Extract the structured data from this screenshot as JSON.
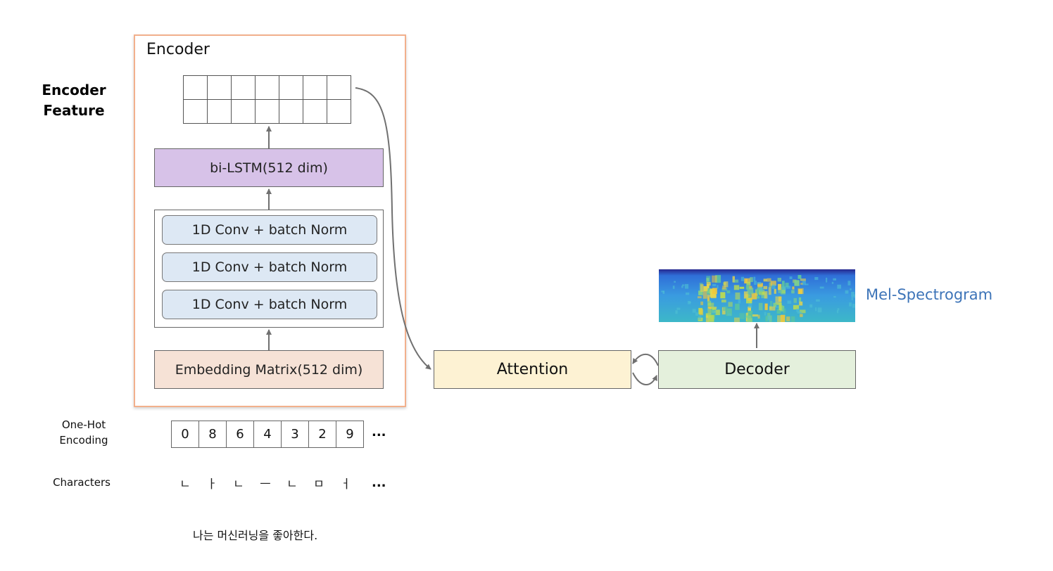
{
  "encoder": {
    "title": "Encoder",
    "feature_label_line1": "Encoder",
    "feature_label_line2": "Feature",
    "feature_grid": {
      "rows": 2,
      "cols": 7
    },
    "lstm_label": "bi-LSTM(512 dim)",
    "conv_layers": [
      "1D Conv + batch Norm",
      "1D Conv + batch Norm",
      "1D Conv + batch Norm"
    ],
    "embedding_label": "Embedding Matrix(512 dim)"
  },
  "one_hot": {
    "label_line1": "One-Hot",
    "label_line2": "Encoding",
    "values": [
      "0",
      "8",
      "6",
      "4",
      "3",
      "2",
      "9"
    ],
    "ellipsis": "..."
  },
  "characters": {
    "label": "Characters",
    "values": [
      "ㄴ",
      "ㅏ",
      "ㄴ",
      "ㅡ",
      "ㄴ",
      "ㅁ",
      "ㅓ"
    ],
    "ellipsis": "..."
  },
  "sentence": "나는 머신러닝을 좋아한다.",
  "attention_label": "Attention",
  "decoder_label": "Decoder",
  "mel_label": "Mel-Spectrogram",
  "colors": {
    "encoder_border": "#f2b08c",
    "lstm": "#d7c2e8",
    "conv": "#dde8f4",
    "embedding": "#f6e2d6",
    "attention": "#fdf2d3",
    "decoder": "#e4f0dc",
    "mel_label": "#3d74b8",
    "arrow": "#707070"
  },
  "icons": {
    "spectrogram": "mel-spectrogram-image"
  }
}
